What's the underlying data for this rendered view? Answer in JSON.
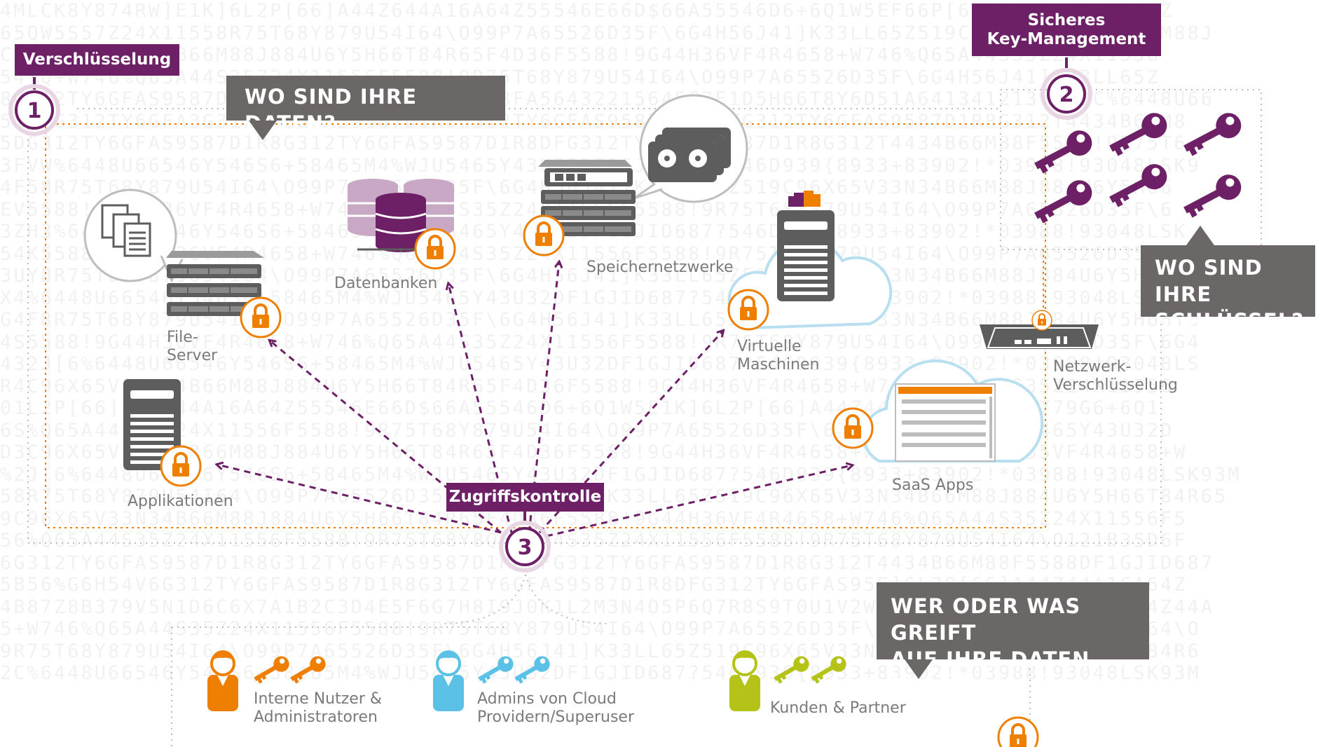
{
  "colors": {
    "purple": "#6e2066",
    "orange": "#ee7f00",
    "gray_dark": "#5d5d5d",
    "gray_callout": "#6b6766",
    "blue": "#5bc1e6",
    "green": "#b5c318",
    "label_gray": "#7a7a7a"
  },
  "background_code": [
    "4MLCK8Y874RW]E1K]6L2P[66]A44Z644A16A64Z55546E66D$66A55546D6+6Q1W5EF66P[66]A44Z44A16A64Z",
    "65QW5S57Z24X11558R75T68Y879U54I64\\O99P7A65526D35F\\6G4H56J41]K33LL65Z519C96X65V33N34B66M88J",
    "C9P1X65V33N34B66M88J884U6Y5H66T84R65F4D36F5588!9G44H36VF4R4658+W746%Q65A44S35Z24X11556",
    "54%Q+W746%Q65A44S35Z24X11556F5588!9R75T68Y879U54I64\\O99P7A65526D35F\\6G4H56J41]K33LL65Z",
    "8G312TY6GFAS9587D1R8G312T4434B66M88J88FA56432215645G7E1D5H66T8Y6D51A641341213%5A2C%6448U66",
    "51DFG312TY6GFA3G312TY6GFAS9587D1R8G312TY6GFAS9587D1R8DFG312TY6GFAS9587D1R8G312T4434B66M8",
    "5DG312TY6GFAS9587D1R8G312TY6GFAS9587D1R8DFG312TY6GFAS9587D1R8G312T4434B66M88F5588!9R75T6",
    "3FVW%6448U66546Y546S6+58465M4%WJU5465Y43U32DF1GJID687?546D939{8933+83902!*03988!93048LSK9",
    "4F58R75T68Y879U54I64\\O99P7A65526D35F\\6G4H56J41]K33LL65Z519C96X65V33N34B66M88J884U6Y5H66",
    "EV5588!9G44H36VF4R4658+W746%Q65A44S35Z24X11556F5588!9R75T68Y879U54I64\\O99P7A65526D35F\\6",
    "3ZH3%6448U66546Y546S6+58465M4%WJU5465Y43U32DF1GJID687?546D939{8933+83902!*03988!93048LSK",
    "54K5588!9G44H36VF4R4658+W746%Q65A44S35Z24X11556F5588!9R75T68Y879U54I64\\O99P7A65526D35F\\6G4",
    "3UY8R75T68Y879U54I64\\O99P7A65526D35F\\6G4H56J41]K33LL65Z519C96X65V33N34B66M88J884U6Y5H66T",
    "X4%6448U66546Y546S6+58465M4%WJU5465Y43U32DF1GJID687?546D939{8933+83902!*03988!93048LSK93M",
    "G4F8R75T68Y879U54I64\\O99P7A65526D35F\\6G4H56J41]K33LL65Z519C96X65V33N34B66M88J884U6Y5H66T8",
    "4S5588!9G44H36VF4R4658+W746%Q65A44S35Z24X11556F5588!9R75T68Y879U54I64\\O99P7A65526D35F\\6G4",
    "432J[6%6448U66546Y546S6+58465M4%WJU5465Y43U32DF1GJID687?546D939{8933+83902!*03988!93048LS",
    "R4C96X65V33N34B66M88J884U6Y5H66T84R65F4D36F5588!9G44H36VF4R4658+W746%Q65A44S35Z24X11556",
    "01L2P[66]A44Z44A16A64Z55546E66D$66A55546D6+6Q1W5E1K]6L2P[66]A44Z44A16A64Z555D779G6+6Q1",
    "6S%Q65A44S35Z24X11556F5588!9R75T68Y879U54I64\\O99P7A65526D35F\\6G4H56J41]K33LL5465Y43U32D",
    "D3C96X65V33N34B66M88J884U6Y5H66T84R65F4D36F5588!9G44H36VF4R4658+W746%Q65A44S35VF4R4658+W",
    "%2J[6%6448U66546Y546S6+58465M4%WJU5465Y43U32DF1GJID687?546D939{8933+83902!*03988!93048LSK93M",
    "58R75T68Y879U54I64\\O99P7A65526D35F\\6G4H56J41]K33LL65Z519C96X65V33N34B66M88J884U6Y5H66T84R65",
    "9C96X65V33N34B66M88J884U6Y5H66T84R65F4D36F5588!9G44H36VF4R4658+W746%Q65A44S35Z24X11556F5",
    "56%Q65A44S35Z24X11556F5588!9R75T68Y8Q65A44S35Z24X11556F5588!9R75T68Y879U54I64\\O121B35D6F",
    "6G312TY6GFAS9587D1R8G312TY6GFAS9587D1R8DFG312TY6GFAS9587D1R8G312T4434B66M88F5588DF1GJID687",
    "5B56%G6H54V6G312TY6GFAS9587D1R8G312TY6GFAS9587D1R8DFG312TY6GFAS95E]6L2P[66]A44Z44A16A64Z",
    "4B87Z8B379V5N1D6C6X7A1B2C3D4E5F6G7H8I9J0K1L2M3N4O5P6Q7R8S9T0U1V2W3X4Y5Z6A7B8L2P[66]A44Z44A",
    "5+W746%Q65A44S35Z24X11556F5588!9R75T68Y879U54I64\\O99P7A65526D35F\\6G4H56J41]K8Y879U54I64\\O",
    "9R75T68Y879U54I64\\O99P7A65526D35F\\6G4H56J41]K33LL65Z519C96X65V33N34B66M88J884U6Y5H66T84R6",
    "2C%6448U66546Y546S6+58465M4%WJU5465Y43U32DF1GJID687?546D939{8933+83902!*03988!93048LSK93M"
  ],
  "tags": {
    "verschluesselung": "Verschlüsselung",
    "key_management": "Sicheres\nKey-Management",
    "zugriffskontrolle": "Zugriffskontrolle"
  },
  "step_numbers": [
    "1",
    "2",
    "3"
  ],
  "callouts": {
    "daten": "WO SIND IHRE DATEN?",
    "schluessel": "WO SIND IHRE\nSCHLÜSSEL?",
    "zugriff": "WER ODER WAS GREIFT\nAUF IHRE DATEN ZU?"
  },
  "nodes": {
    "file_server": "File-\nServer",
    "datenbanken": "Datenbanken",
    "speichernetzwerke": "Speichernetzwerke",
    "virtuelle_maschinen": "Virtuelle\nMaschinen",
    "netzwerk_verschluesselung": "Netzwerk-\nVerschlüsselung",
    "applikationen": "Applikationen",
    "saas_apps": "SaaS Apps"
  },
  "users": [
    {
      "label": "Interne Nutzer &\nAdministratoren",
      "color": "#ee7f00",
      "icon": "person-key-icon"
    },
    {
      "label": "Admins von Cloud\nProvidern/Superuser",
      "color": "#5bc1e6",
      "icon": "person-key-icon"
    },
    {
      "label": "Kunden & Partner",
      "color": "#b5c318",
      "icon": "person-key-icon"
    }
  ]
}
